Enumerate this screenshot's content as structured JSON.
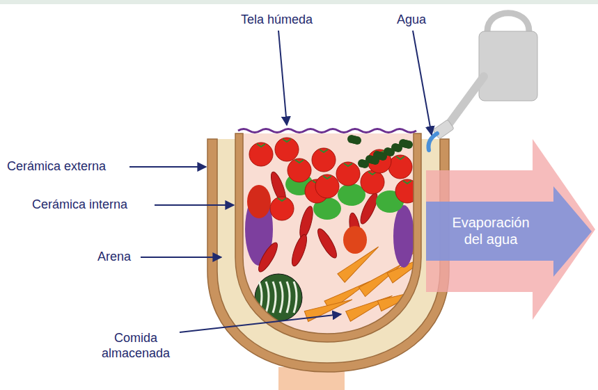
{
  "diagram": {
    "nodes": [
      {
        "text": [
          "Evaporación del agua"
        ]
      }
    ],
    "labels": [
      "Tela húmeda",
      "Agua",
      "Cerámica externa",
      "Cerámica interna",
      "Arena",
      "Comida almacenada"
    ]
  }
}
